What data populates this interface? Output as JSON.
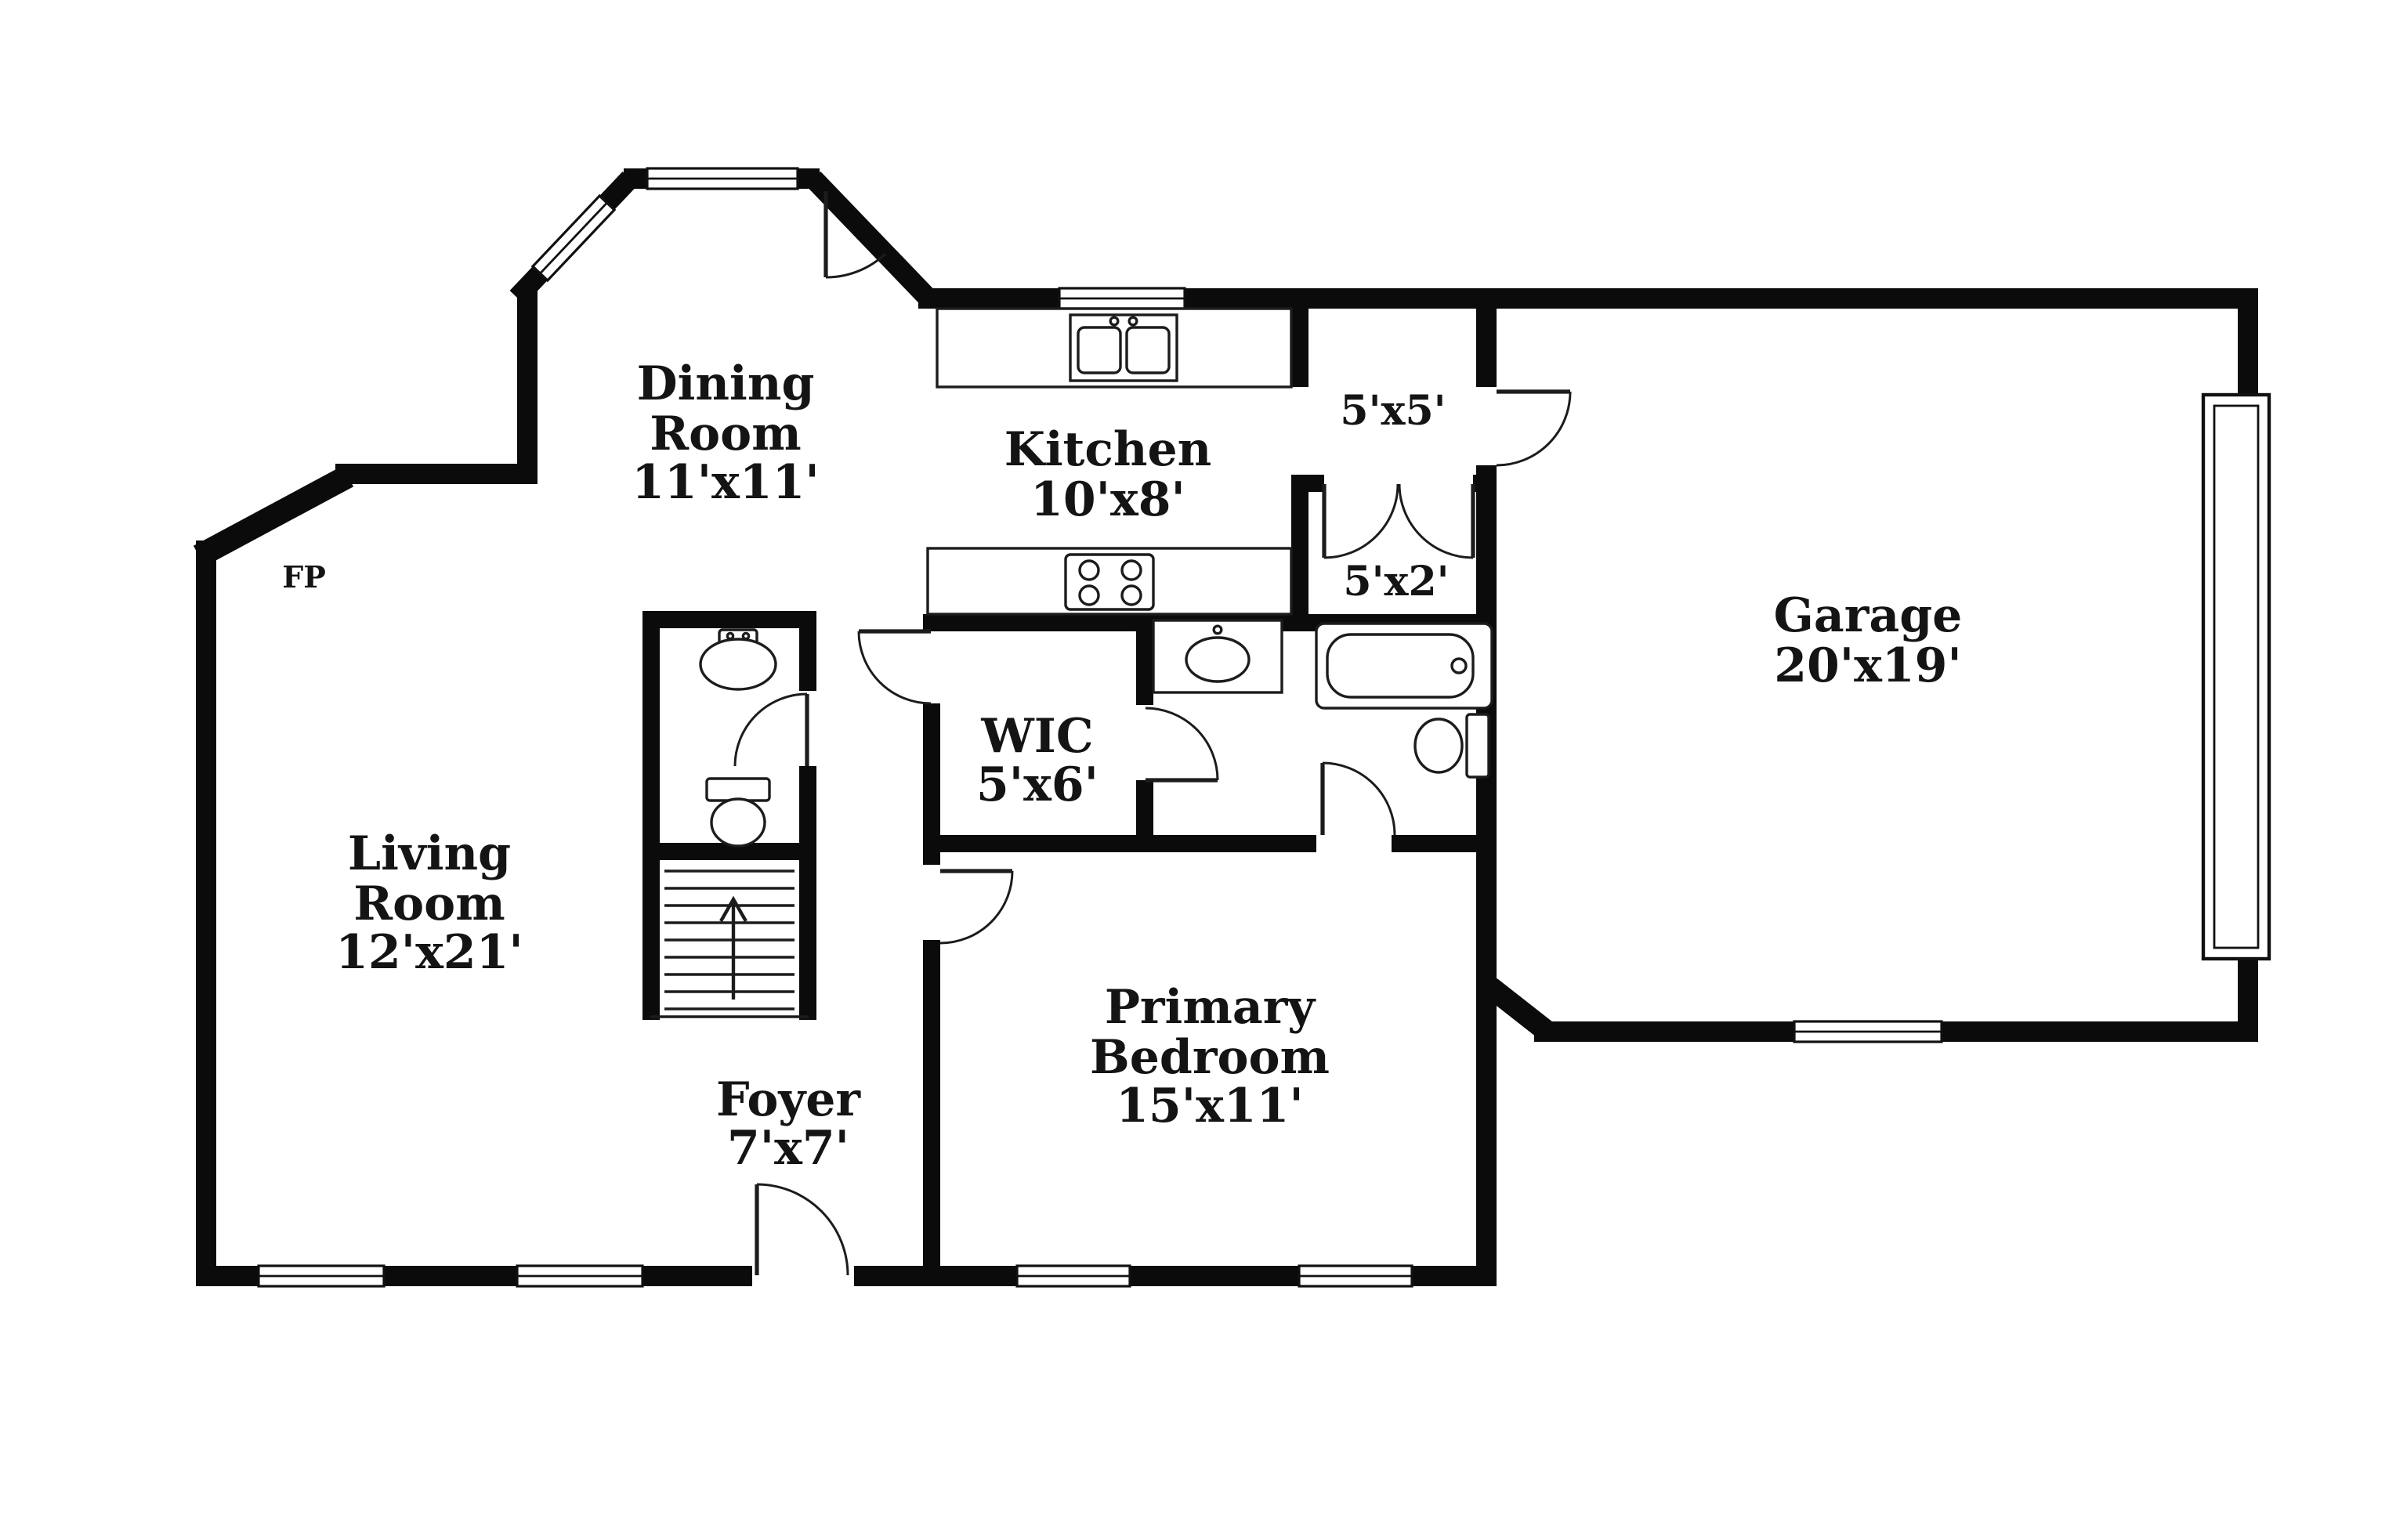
{
  "rooms": {
    "dining": {
      "name1": "Dining",
      "name2": "Room",
      "dims": "11'x11'"
    },
    "kitchen": {
      "name": "Kitchen",
      "dims": "10'x8'"
    },
    "closet55": {
      "dims": "5'x5'"
    },
    "closet52": {
      "dims": "5'x2'"
    },
    "garage": {
      "name": "Garage",
      "dims": "20'x19'"
    },
    "living": {
      "name1": "Living",
      "name2": "Room",
      "dims": "12'x21'"
    },
    "wic": {
      "name": "WIC",
      "dims": "5'x6'"
    },
    "foyer": {
      "name": "Foyer",
      "dims": "7'x7'"
    },
    "primary": {
      "name1": "Primary",
      "name2": "Bedroom",
      "dims": "15'x11'"
    },
    "fireplace": {
      "abbr": "FP"
    }
  },
  "colors": {
    "wall": "#0b0b0b",
    "background": "#ffffff",
    "line": "#1c1c1c"
  }
}
